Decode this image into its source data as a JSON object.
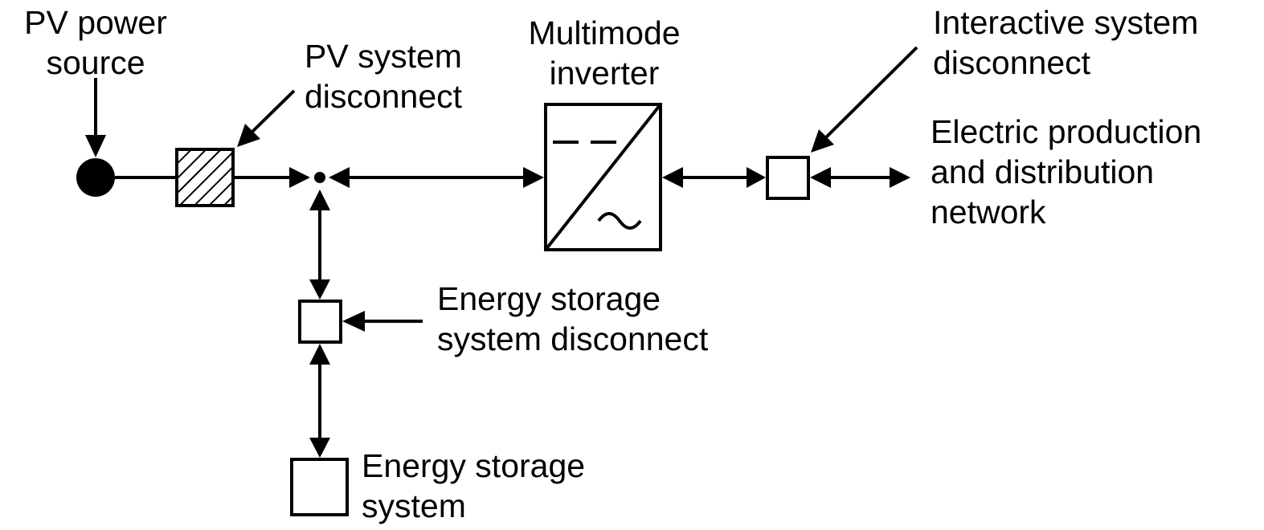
{
  "diagram": {
    "labels": {
      "pv_source": [
        "PV power",
        "source"
      ],
      "pv_disconnect": [
        "PV system",
        "disconnect"
      ],
      "inverter": [
        "Multimode",
        "inverter"
      ],
      "interactive_disconnect": [
        "Interactive system",
        "disconnect"
      ],
      "grid": [
        "Electric production",
        "and distribution",
        "network"
      ],
      "ess_disconnect": [
        "Energy storage",
        "system disconnect"
      ],
      "ess": [
        "Energy storage",
        "system"
      ]
    },
    "colors": {
      "stroke": "#000000",
      "background": "#ffffff"
    }
  }
}
